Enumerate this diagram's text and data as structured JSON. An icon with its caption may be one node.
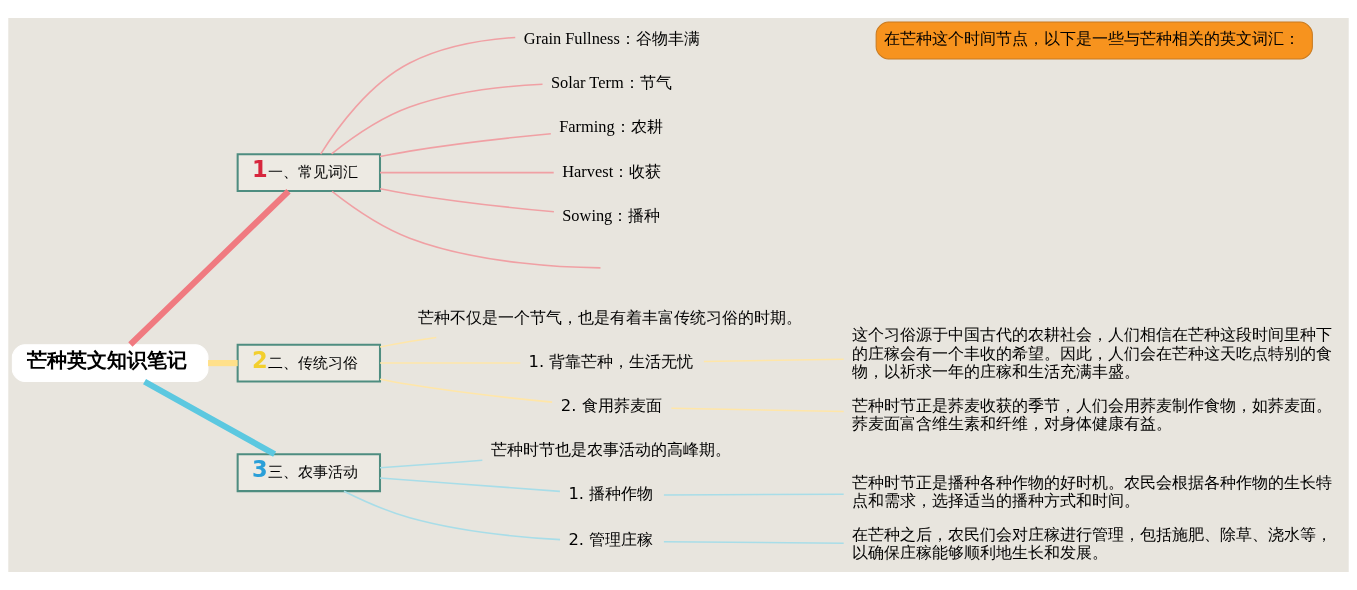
{
  "diagram": {
    "nodes": [
      {
        "text": [
          "芒种英文知识笔记"
        ]
      },
      {
        "text": [
          "1",
          "一、常见词汇"
        ]
      },
      {
        "text": [
          "Grain Fullness：谷物丰满"
        ]
      },
      {
        "text": [
          "Solar Term：节气"
        ]
      },
      {
        "text": [
          "Farming：农耕"
        ]
      },
      {
        "text": [
          "Harvest：收获"
        ]
      },
      {
        "text": [
          "Sowing：播种"
        ]
      },
      {
        "text": [
          "在芒种这个时间节点，以下是一些与芒种相关的英文词汇："
        ]
      },
      {
        "text": [
          "2",
          "二、传统习俗"
        ]
      },
      {
        "text": [
          "芒种不仅是一个节气，也是有着丰富传统习俗的时期。"
        ]
      },
      {
        "text": [
          "1. 背靠芒种，生活无忧"
        ]
      },
      {
        "text": [
          "这个习俗源于中国古代的农耕社会，人们相信在芒种这段时间里种下的庄稼会有一个丰收的希望。因此，人们会在芒种这天吃点特别的食物，以祈求一年的庄稼和生活充满丰盛。"
        ]
      },
      {
        "text": [
          "2. 食用荞麦面"
        ]
      },
      {
        "text": [
          "芒种时节正是荞麦收获的季节，人们会用荞麦制作食物，如荞麦面。荞麦面富含维生素和纤维，对身体健康有益。"
        ]
      },
      {
        "text": [
          "3",
          "三、农事活动"
        ]
      },
      {
        "text": [
          "芒种时节也是农事活动的高峰期。"
        ]
      },
      {
        "text": [
          "1. 播种作物"
        ]
      },
      {
        "text": [
          "芒种时节正是播种各种作物的好时机。农民会根据各种作物的生长特点和需求，选择适当的播种方式和时间。"
        ]
      },
      {
        "text": [
          "2. 管理庄稼"
        ]
      },
      {
        "text": [
          "在芒种之后，农民们会对庄稼进行管理，包括施肥、除草、浇水等，以确保庄稼能够顺利地生长和发展。"
        ]
      }
    ],
    "edges": [
      {
        "from": 0,
        "to": 1,
        "arrow": "none",
        "style": "thick",
        "color": "#f07a80"
      },
      {
        "from": 0,
        "to": 8,
        "arrow": "none",
        "style": "thick",
        "color": "#ffe08a"
      },
      {
        "from": 0,
        "to": 14,
        "arrow": "none",
        "style": "thick",
        "color": "#5cc8e0"
      },
      {
        "from": 1,
        "to": 2,
        "arrow": "none",
        "color": "#f0a0a4"
      },
      {
        "from": 1,
        "to": 3,
        "arrow": "none",
        "color": "#f0a0a4"
      },
      {
        "from": 1,
        "to": 4,
        "arrow": "none",
        "color": "#f0a0a4"
      },
      {
        "from": 1,
        "to": 5,
        "arrow": "none",
        "color": "#f0a0a4"
      },
      {
        "from": 1,
        "to": 6,
        "arrow": "none",
        "color": "#f0a0a4"
      },
      {
        "from": 1,
        "to": null,
        "arrow": "none",
        "color": "#f0a0a4"
      },
      {
        "from": 8,
        "to": 9,
        "arrow": "none",
        "color": "#ffe6a8"
      },
      {
        "from": 8,
        "to": 10,
        "arrow": "none",
        "color": "#ffe6a8"
      },
      {
        "from": 8,
        "to": 12,
        "arrow": "none",
        "color": "#ffe6a8"
      },
      {
        "from": 10,
        "to": 11,
        "arrow": "none",
        "color": "#ffe6a8"
      },
      {
        "from": 12,
        "to": 13,
        "arrow": "none",
        "color": "#ffe6a8"
      },
      {
        "from": 14,
        "to": 15,
        "arrow": "none",
        "color": "#a8dde8"
      },
      {
        "from": 14,
        "to": 16,
        "arrow": "none",
        "color": "#a8dde8"
      },
      {
        "from": 14,
        "to": 18,
        "arrow": "none",
        "color": "#a8dde8"
      },
      {
        "from": 16,
        "to": 17,
        "arrow": "none",
        "color": "#a8dde8"
      },
      {
        "from": 18,
        "to": 19,
        "arrow": "none",
        "color": "#a8dde8"
      }
    ]
  }
}
